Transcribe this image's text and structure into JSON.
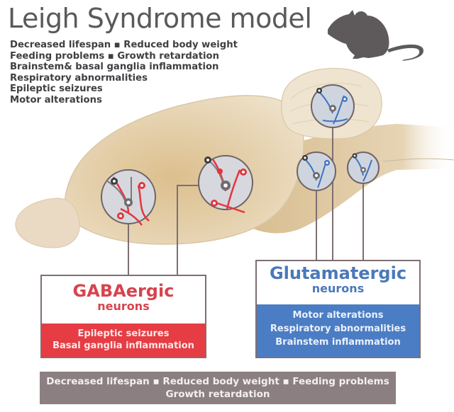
{
  "title": "Leigh Syndrome model",
  "symptoms": [
    "Decreased lifespan ▪ Reduced body weight",
    "Feeding problems ▪ Growth retardation",
    "Brainstem& basal ganglia inflammation",
    "Respiratory abnormalities",
    "Epileptic seizures",
    "Motor alterations"
  ],
  "mouse_icon": "mouse-silhouette-icon",
  "gabaergic": {
    "title": "GABAergic",
    "subtitle": "neurons",
    "effects": [
      "Epileptic seizures",
      "Basal ganglia inflammation"
    ],
    "color": "#e63c44"
  },
  "glutamatergic": {
    "title": "Glutamatergic",
    "subtitle": "neurons",
    "effects": [
      "Motor alterations",
      "Respiratory abnormalities",
      "Brainstem inflammation"
    ],
    "color": "#4b7dc4"
  },
  "shared": {
    "line1": "Decreased lifespan ▪ Reduced body weight ▪ Feeding problems",
    "line2": "Growth retardation",
    "color": "#8b7f81"
  },
  "colors": {
    "title_gray": "#5a5a5c",
    "connector": "#7d6f72",
    "brain": "#e8d6b4"
  }
}
